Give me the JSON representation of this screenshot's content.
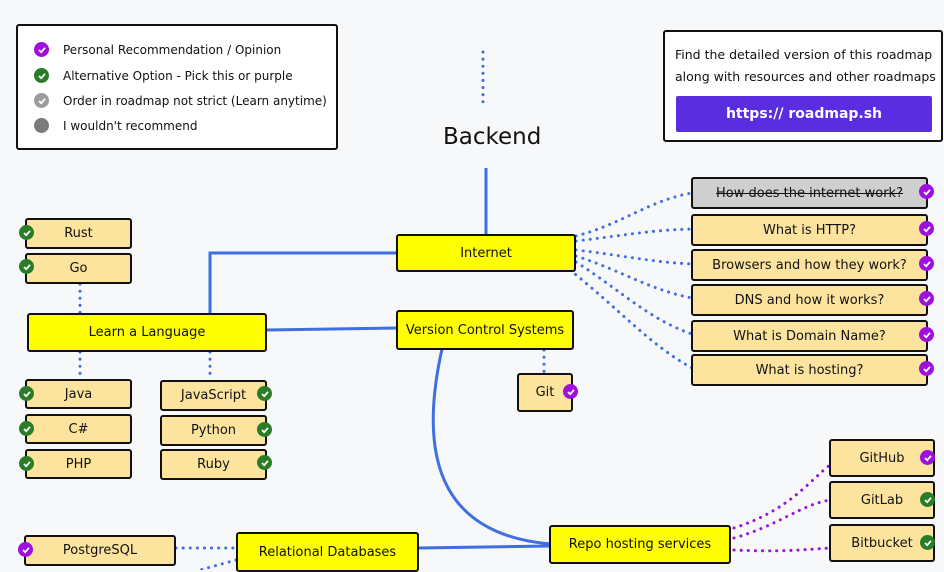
{
  "legend": {
    "items": [
      {
        "label": "Personal Recommendation / Opinion",
        "color": "#9e10de",
        "icon": "check-icon"
      },
      {
        "label": "Alternative Option - Pick this or purple",
        "color": "#2a7d26",
        "icon": "check-icon"
      },
      {
        "label": "Order in roadmap not strict (Learn anytime)",
        "color": "#9c9c9c",
        "icon": "check-icon"
      },
      {
        "label": "I wouldn't recommend",
        "color": "#7b7b7b",
        "icon": "circle-icon"
      }
    ]
  },
  "promo": {
    "text": "Find the detailed version of this roadmap along with resources and other roadmaps",
    "link": "https:// roadmap.sh"
  },
  "title": "Backend",
  "nodes": {
    "internet": "Internet",
    "learn_language": "Learn a Language",
    "vcs": "Version Control Systems",
    "git": "Git",
    "repo_hosting": "Repo hosting services",
    "relational_db": "Relational Databases",
    "rust": "Rust",
    "go": "Go",
    "java": "Java",
    "csharp": "C#",
    "php": "PHP",
    "javascript": "JavaScript",
    "python": "Python",
    "ruby": "Ruby",
    "postgresql": "PostgreSQL",
    "github": "GitHub",
    "gitlab": "GitLab",
    "bitbucket": "Bitbucket",
    "how_internet": "How does the internet work?",
    "what_http": "What is HTTP?",
    "browsers": "Browsers and how they work?",
    "dns": "DNS and how it works?",
    "domain": "What is Domain Name?",
    "hosting": "What is hosting?"
  },
  "colors": {
    "purple": "#9e10de",
    "green": "#2a7d26",
    "yellow": "#ffff00",
    "tan": "#fde49e",
    "link_bg": "#5b2de0",
    "line_blue": "#3f6fe0"
  }
}
